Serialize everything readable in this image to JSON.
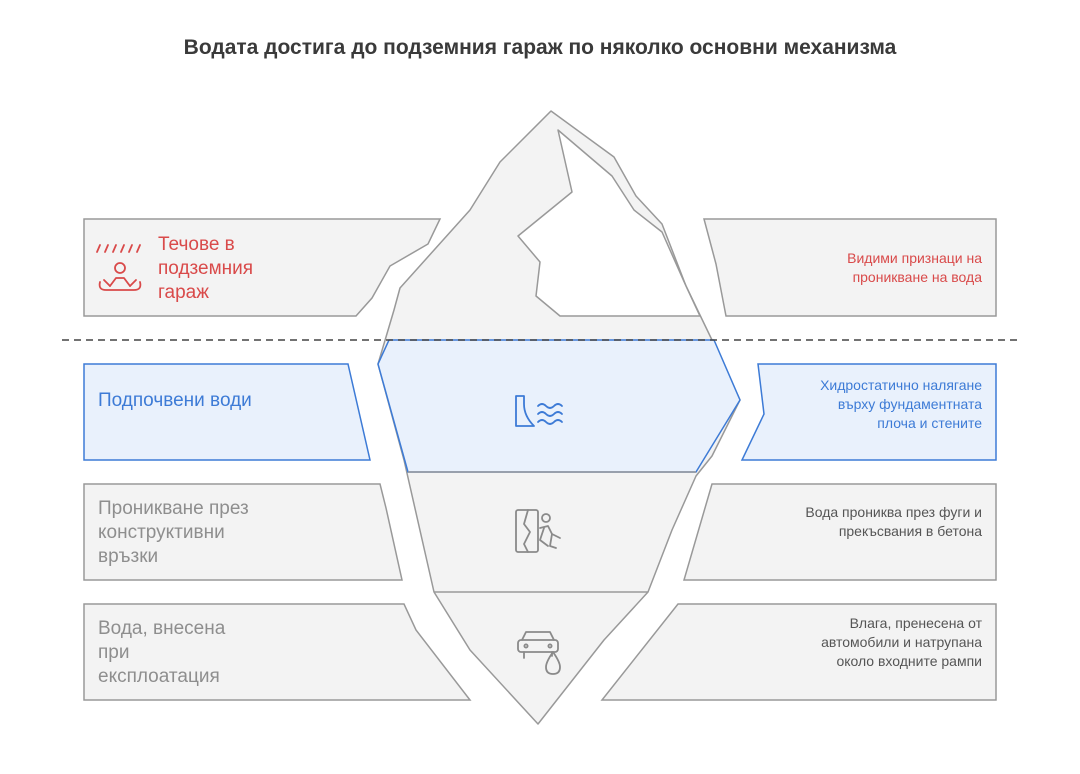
{
  "title": "Водата достига до подземния гараж по няколко основни механизма",
  "colors": {
    "red": "#d94a4a",
    "blue": "#3d7bd6",
    "blue_fill": "#e9f1fc",
    "gray_fill": "#f3f3f3",
    "gray_stroke": "#999999"
  },
  "levels": [
    {
      "label": "Течове в подземния гараж",
      "description": "Видими признаци на проникване на вода",
      "icon": "leak-person-icon"
    },
    {
      "label": "Подпочвени води",
      "description": "Хидростатично налягане върху фундаментната плоча и стените",
      "icon": "wall-water-waves-icon"
    },
    {
      "label": "Проникване през конструктивни връзки",
      "description": "Вода прониква през фуги и прекъсвания в бетона",
      "icon": "cracked-wall-person-icon"
    },
    {
      "label": "Вода, внесена при експлоатация",
      "description": "Влага, пренесена от автомобили и натрупана около входните рампи",
      "icon": "car-water-drop-icon"
    }
  ]
}
